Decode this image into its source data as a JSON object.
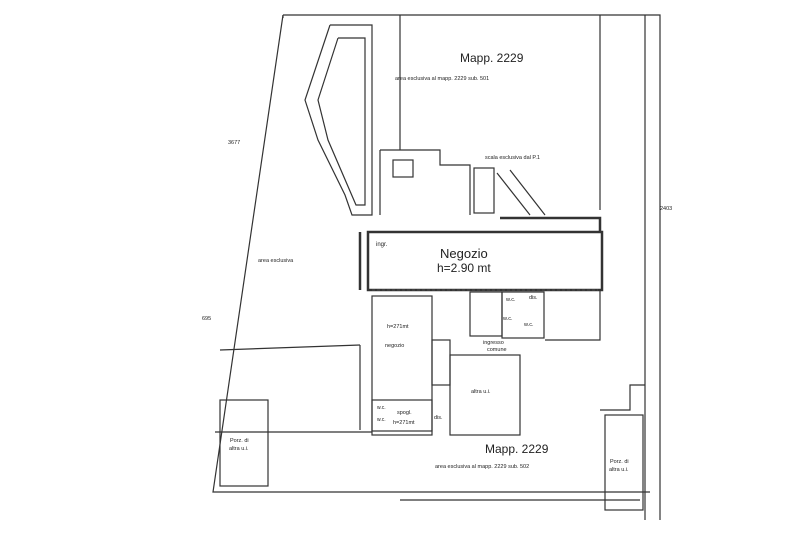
{
  "labels": {
    "mapp_top": "Mapp. 2229",
    "area_top": "area esclusiva al mapp. 2229 sub. 501",
    "scala": "scala esclusiva dal P.1",
    "dim_3677": "3677",
    "dim_2403": "2403",
    "dim_695": "695",
    "ingr": "ingr.",
    "negozio_title": "Negozio",
    "negozio_height": "h=2.90 mt",
    "area_esclusiva": "area esclusiva",
    "h271_top": "h=271mt",
    "negozio_small": "negozio",
    "wc1": "w.c.",
    "wc2": "w.c.",
    "wc3": "w.c.",
    "dis1": "dis.",
    "dis2": "dis.",
    "ingresso": "ingresso",
    "comune": "comune",
    "altra_ui": "altra u.i.",
    "wc4": "w.c.",
    "wc5": "w.c.",
    "spogl": "spogl.",
    "h271_bottom": "h=271mt",
    "porz_left_1": "Porz. di",
    "porz_left_2": "altra u.i.",
    "porz_right_1": "Porz. di",
    "porz_right_2": "altra u.i.",
    "mapp_bottom": "Mapp. 2229",
    "area_bottom": "area esclusiva al mapp. 2229 sub. 502"
  }
}
